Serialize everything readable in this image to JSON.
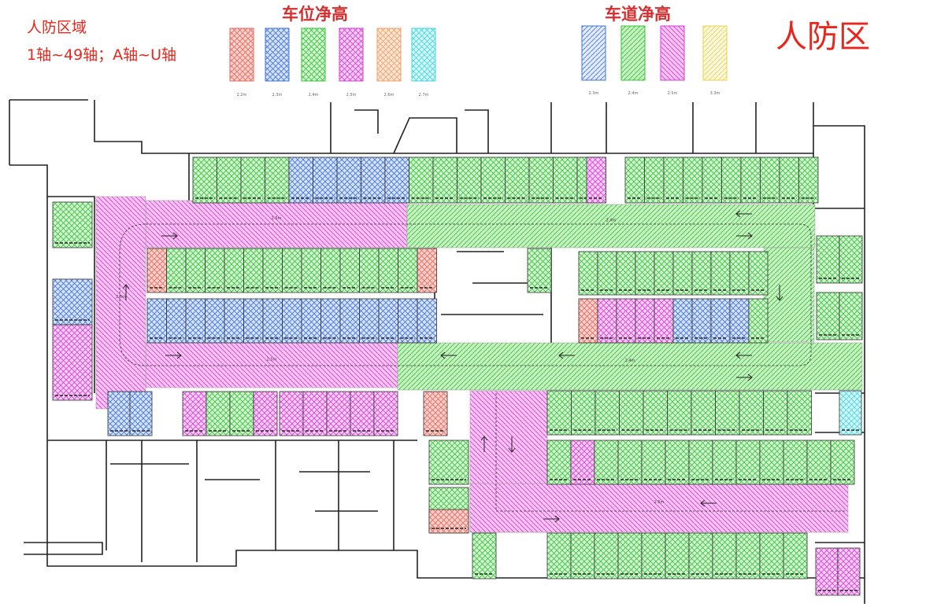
{
  "header": {
    "area_title": "人防区域",
    "area_axes": "1轴~49轴；A轴~U轴",
    "zone_title": "人防区"
  },
  "legend": {
    "space_title": "车位净高",
    "aisle_title": "车道净高",
    "space_items": [
      {
        "label": "2.2m",
        "color": "#e8675e"
      },
      {
        "label": "2.3m",
        "color": "#3f73d8"
      },
      {
        "label": "2.4m",
        "color": "#35c43a"
      },
      {
        "label": "2.5m",
        "color": "#d63bd6"
      },
      {
        "label": "2.6m",
        "color": "#f0a06a"
      },
      {
        "label": "2.7m",
        "color": "#3fd8e0"
      }
    ],
    "aisle_items": [
      {
        "label": "2.3m",
        "color": "#3f73d8"
      },
      {
        "label": "2.4m",
        "color": "#35c43a"
      },
      {
        "label": "2.5m",
        "color": "#d63bd6"
      },
      {
        "label": "3.3m",
        "color": "#e6d44a"
      }
    ]
  },
  "aisles": {
    "top_left": "2.5m",
    "top_right": "2.4m",
    "mid_left": "2.5m",
    "mid_right": "2.4m",
    "left_vertical": "2.5m",
    "bottom": "2.5m"
  }
}
